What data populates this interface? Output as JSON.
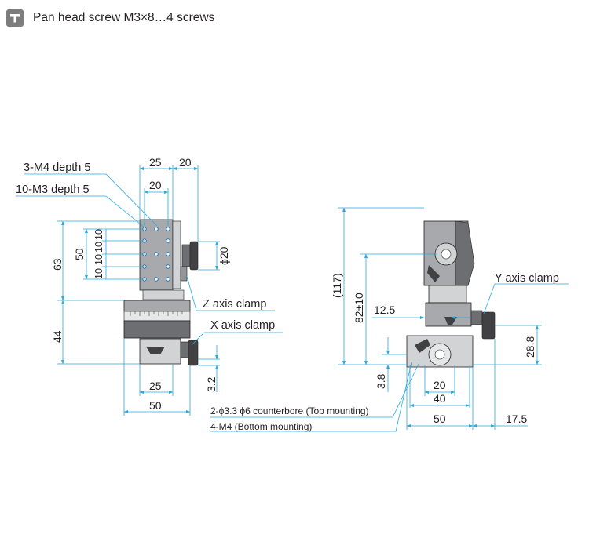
{
  "header": {
    "icon": "screw-icon",
    "text": "Pan head screw M3×8…4 screws"
  },
  "colors": {
    "dimension": "#29a9e0",
    "outline": "#231f20",
    "body_dark": "#6d6e71",
    "body_mid": "#a7a9ac",
    "body_light": "#d1d3d4",
    "hole": "#2a6fb0"
  },
  "callouts": {
    "m4_depth": "3-M4 depth 5",
    "m3_depth": "10-M3 depth 5",
    "z_clamp": "Z axis clamp",
    "x_clamp": "X axis clamp",
    "y_clamp": "Y axis clamp",
    "counterbore": "2-ϕ3.3 ϕ6 counterbore (Top mounting)",
    "bottom_mount": "4-M4 (Bottom mounting)"
  },
  "front_view": {
    "top_25": "25",
    "top_20a": "20",
    "top_20b": "20",
    "left_63": "63",
    "left_44": "44",
    "left_50": "50",
    "pitch_10a": "10",
    "pitch_10b": "10",
    "pitch_10c": "10",
    "pitch_10d": "10",
    "knob_dia": "ϕ20",
    "bottom_25": "25",
    "bottom_50": "50",
    "right_3_2": "3.2"
  },
  "side_view": {
    "height_117": "(117)",
    "height_82": "82±10",
    "offset_12_5": "12.5",
    "base_3_8": "3.8",
    "knob_28_8": "28.8",
    "bottom_20": "20",
    "bottom_40": "40",
    "bottom_50": "50",
    "bottom_17_5": "17.5"
  }
}
